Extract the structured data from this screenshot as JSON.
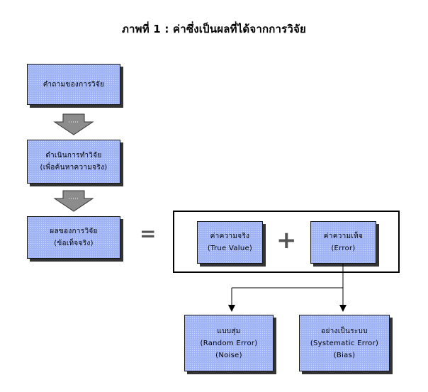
{
  "title": "ภาพที่ 1 : ค่าซึ่งเป็นผลที่ได้จากการวิจัย",
  "flow": {
    "question": "คำถามของการวิจัย",
    "conduct_line1": "ดำเนินการทำวิจัย",
    "conduct_line2": "(เพื่อค้นหาความจริง)",
    "result_line1": "ผลของการวิจัย",
    "result_line2": "(ข้อเท็จจริง)"
  },
  "equation": {
    "equals": "=",
    "plus": "+",
    "true_value_line1": "ค่าความจริง",
    "true_value_line2": "(True Value)",
    "error_line1": "ค่าความเท็จ",
    "error_line2": "(Error)"
  },
  "error_types": {
    "random_line1": "แบบสุ่ม",
    "random_line2": "(Random Error)",
    "random_line3": "(Noise)",
    "systematic_line1": "อย่างเป็นระบบ",
    "systematic_line2": "(Systematic Error)",
    "systematic_line3": "(Bias)"
  },
  "colors": {
    "box_fill": "#9fb3f7",
    "arrow_fill": "#8c8c8c",
    "shadow": "#333333"
  }
}
